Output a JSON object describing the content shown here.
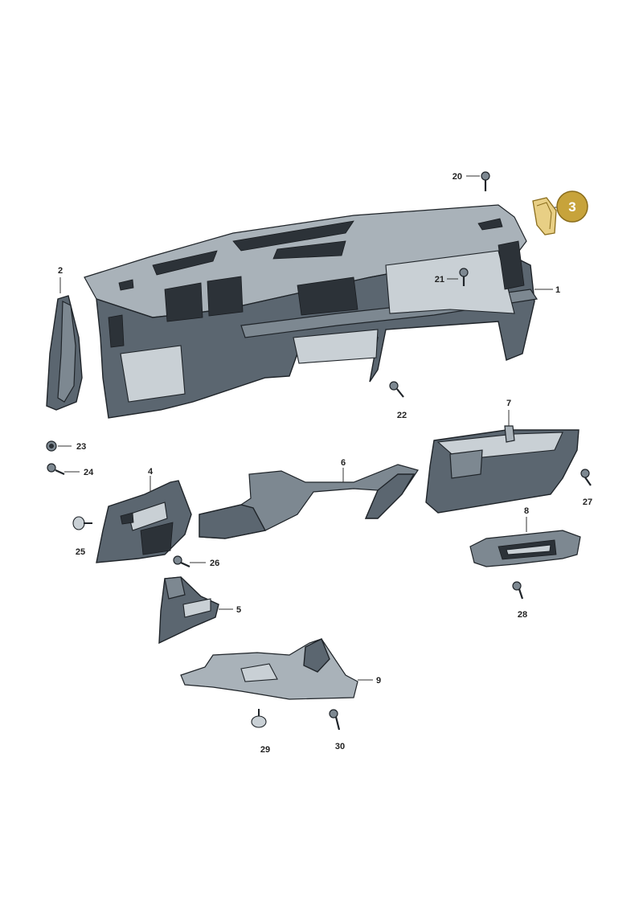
{
  "diagram": {
    "highlight": {
      "label": "3",
      "color": "#c7a33b"
    },
    "callouts": [
      {
        "id": "1",
        "label": "1"
      },
      {
        "id": "2",
        "label": "2"
      },
      {
        "id": "4",
        "label": "4"
      },
      {
        "id": "5",
        "label": "5"
      },
      {
        "id": "6",
        "label": "6"
      },
      {
        "id": "7",
        "label": "7"
      },
      {
        "id": "8",
        "label": "8"
      },
      {
        "id": "9",
        "label": "9"
      },
      {
        "id": "20",
        "label": "20"
      },
      {
        "id": "21",
        "label": "21"
      },
      {
        "id": "22",
        "label": "22"
      },
      {
        "id": "23",
        "label": "23"
      },
      {
        "id": "24",
        "label": "24"
      },
      {
        "id": "25",
        "label": "25"
      },
      {
        "id": "26",
        "label": "26"
      },
      {
        "id": "27",
        "label": "27"
      },
      {
        "id": "28",
        "label": "28"
      },
      {
        "id": "29",
        "label": "29"
      },
      {
        "id": "30",
        "label": "30"
      }
    ]
  }
}
